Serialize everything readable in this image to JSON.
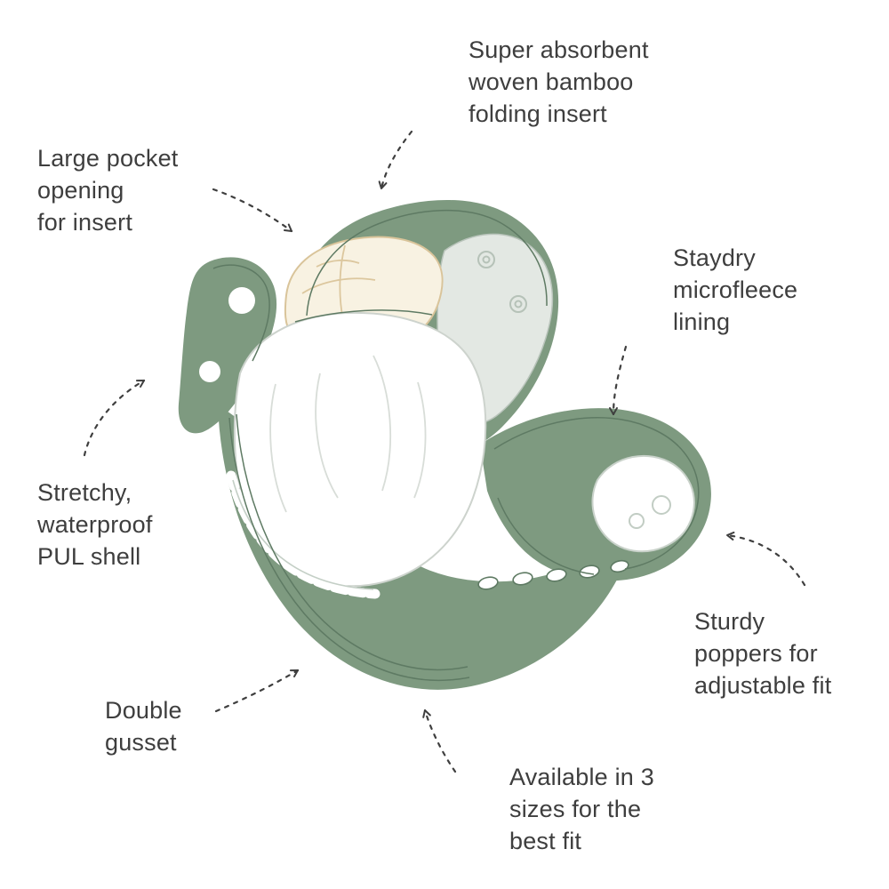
{
  "title": "Cloth nappy feature diagram",
  "colors": {
    "shell_green": "#7e9a80",
    "stitch_green": "#5e7a63",
    "insert_cream": "#f8f2e2",
    "insert_outline": "#d9c49a",
    "lining_gray": "#e3e8e3",
    "inner_white": "#ffffff",
    "text": "#3e3e3e",
    "arrow": "#3f3f3f"
  },
  "labels": {
    "insert": "Super absorbent\nwoven bamboo\nfolding insert",
    "pocket": "Large pocket\nopening\nfor insert",
    "lining": "Staydry\nmicrofleece\nlining",
    "shell": "Stretchy,\nwaterproof\nPUL shell",
    "poppers": "Sturdy\npoppers for\nadjustable fit",
    "gusset": "Double\ngusset",
    "sizes": "Available in 3\nsizes for the\nbest fit"
  },
  "icons": {
    "arrows": [
      "dashed-arrow-insert",
      "dashed-arrow-pocket",
      "dashed-arrow-lining",
      "dashed-arrow-shell",
      "dashed-arrow-poppers",
      "dashed-arrow-gusset",
      "dashed-arrow-sizes"
    ]
  }
}
